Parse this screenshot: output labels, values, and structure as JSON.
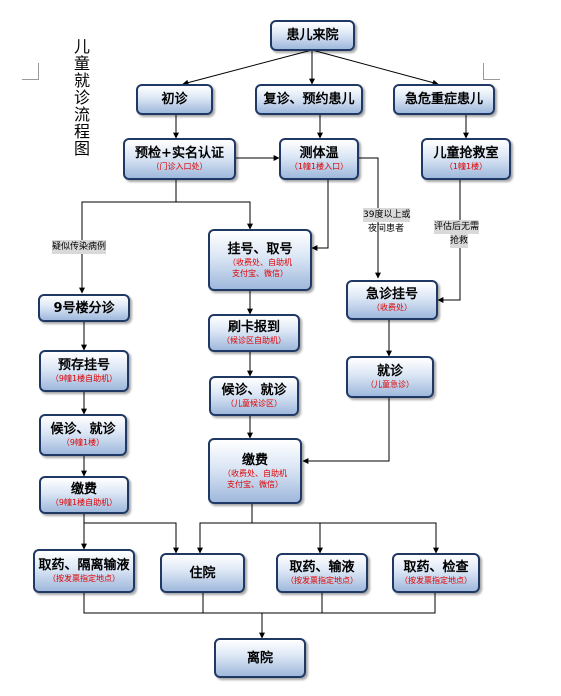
{
  "title": "儿童就诊流程图",
  "nodes": {
    "arrival": {
      "title": "患儿来院"
    },
    "first_visit": {
      "title": "初诊"
    },
    "revisit": {
      "title": "复诊、预约患儿"
    },
    "emergency": {
      "title": "急危重症患儿"
    },
    "precheck": {
      "title": "预检+实名认证",
      "sub": "（门诊入口处）"
    },
    "temperature": {
      "title": "测体温",
      "sub": "（1幢1楼入口）"
    },
    "rescue": {
      "title": "儿童抢救室",
      "sub": "（1幢1楼）"
    },
    "registration": {
      "title": "挂号、取号",
      "sub": "（收费处、自助机",
      "sub2": "支付宝、微信）"
    },
    "building9": {
      "title": "9号楼分诊"
    },
    "card_checkin": {
      "title": "刷卡报到",
      "sub": "（候诊区自助机）"
    },
    "er_registration": {
      "title": "急诊挂号",
      "sub": "（收费处）"
    },
    "prestore": {
      "title": "预存挂号",
      "sub": "（9幢1楼自助机）"
    },
    "wait_visit": {
      "title": "候诊、就诊",
      "sub": "（儿童候诊区）"
    },
    "er_visit": {
      "title": "就诊",
      "sub": "（儿童急诊）"
    },
    "b9_visit": {
      "title": "候诊、就诊",
      "sub": "（9幢1楼）"
    },
    "payment": {
      "title": "缴费",
      "sub": "（收费处、自助机",
      "sub2": "支付宝、微信）"
    },
    "b9_payment": {
      "title": "缴费",
      "sub": "（9幢1楼自助机）"
    },
    "med_isolation": {
      "title": "取药、隔离输液",
      "sub": "（按发票指定地点）"
    },
    "hospitalize": {
      "title": "住院"
    },
    "med_infusion": {
      "title": "取药、输液",
      "sub": "（按发票指定地点）"
    },
    "med_exam": {
      "title": "取药、检查",
      "sub": "（按发票指定地点）"
    },
    "discharge": {
      "title": "离院"
    }
  },
  "labels": {
    "suspected_infectious": "疑似传染病例",
    "fever_39_a": "39度以上或",
    "fever_39_b": "夜间患者",
    "stable_a": "评估后无需",
    "stable_b": "抢救"
  }
}
